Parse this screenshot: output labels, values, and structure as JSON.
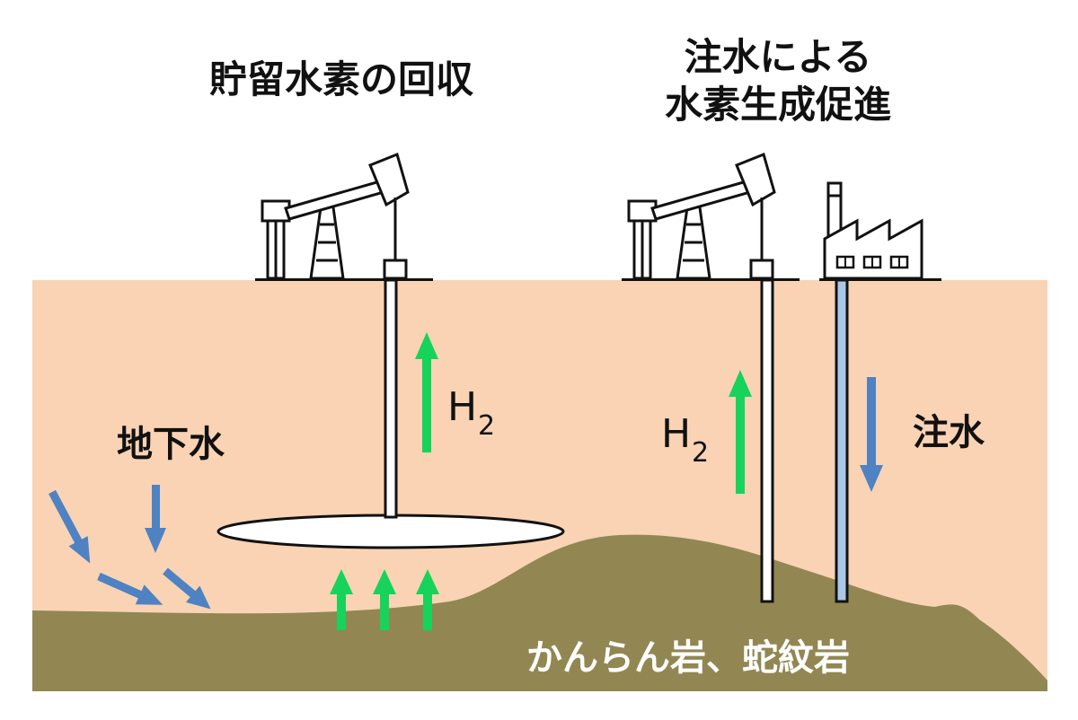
{
  "labels": {
    "title_left": "貯留水素の回収",
    "title_right_line1": "注水による",
    "title_right_line2": "水素生成促進",
    "groundwater": "地下水",
    "injection": "注水",
    "rock": "かんらん岩、蛇紋岩",
    "h2_main": "H",
    "h2_sub": "2"
  },
  "colors": {
    "soil": "#f9d3b4",
    "rock": "#928752",
    "hydrogen_arrow": "#17d35b",
    "water_arrow": "#4f82c2",
    "injection_pipe": "#a9c8e8",
    "outline": "#111111",
    "reservoir": "#ffffff"
  },
  "icons": {
    "pumpjack_left": "pumpjack-icon",
    "pumpjack_right": "pumpjack-icon",
    "factory": "factory-icon"
  }
}
